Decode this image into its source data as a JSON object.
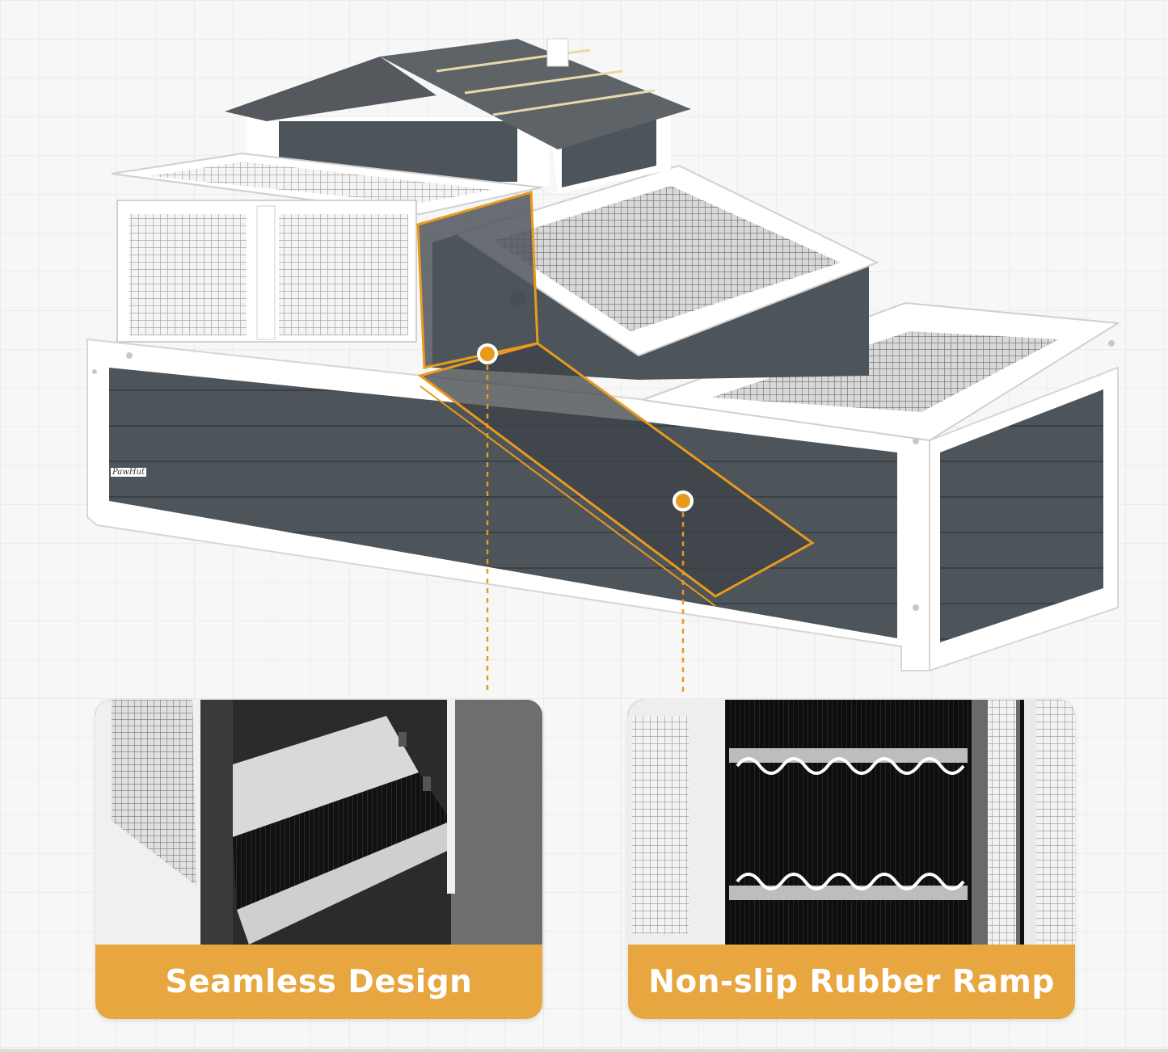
{
  "brand": {
    "logo_text": "PawHut"
  },
  "callouts": [
    {
      "label": "Seamless Design"
    },
    {
      "label": "Non-slip Rubber Ramp"
    }
  ],
  "colors": {
    "accent": "#e7a640",
    "highlight_outline": "#e89a1d",
    "hutch_grey": "#4d555b",
    "hutch_trim": "#ffffff"
  },
  "icons": {
    "callout_marker": "orange-dot-icon"
  }
}
